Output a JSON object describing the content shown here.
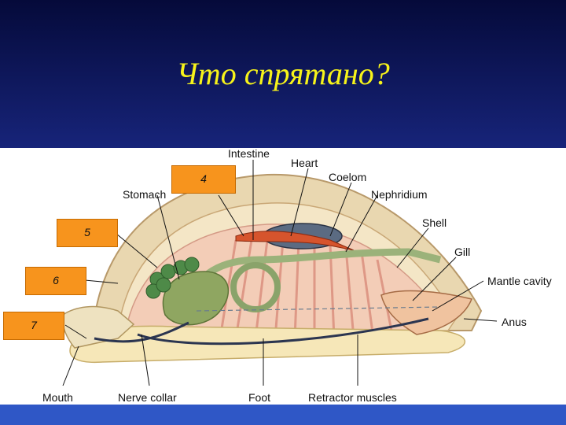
{
  "title": "Что спрятано?",
  "hidden_boxes": [
    "4",
    "5",
    "6",
    "7"
  ],
  "labels": {
    "intestine": "Intestine",
    "heart": "Heart",
    "coelom": "Coelom",
    "stomach": "Stomach",
    "nephridium": "Nephridium",
    "shell": "Shell",
    "gill": "Gill",
    "mantle_cavity": "Mantle cavity",
    "anus": "Anus",
    "mouth": "Mouth",
    "nerve_collar": "Nerve collar",
    "foot": "Foot",
    "retractor_muscles": "Retractor muscles"
  },
  "colors": {
    "title": "#f7f31a",
    "box": "#f7941d"
  }
}
